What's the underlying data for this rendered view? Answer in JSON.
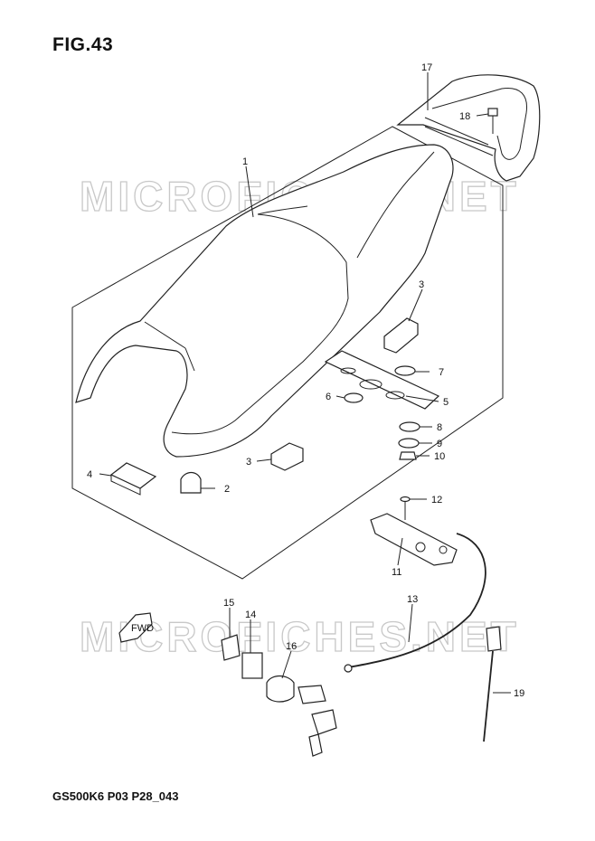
{
  "figure": {
    "title": "FIG.43",
    "footer_code": "GS500K6 P03 P28_043",
    "watermark": "MICROFICHES.NET",
    "direction_label": "FWD"
  },
  "callouts": [
    {
      "id": "1",
      "label": "1"
    },
    {
      "id": "2",
      "label": "2"
    },
    {
      "id": "3a",
      "label": "3"
    },
    {
      "id": "3b",
      "label": "3"
    },
    {
      "id": "4",
      "label": "4"
    },
    {
      "id": "5",
      "label": "5"
    },
    {
      "id": "6",
      "label": "6"
    },
    {
      "id": "7",
      "label": "7"
    },
    {
      "id": "8",
      "label": "8"
    },
    {
      "id": "9",
      "label": "9"
    },
    {
      "id": "10",
      "label": "10"
    },
    {
      "id": "11",
      "label": "11"
    },
    {
      "id": "12",
      "label": "12"
    },
    {
      "id": "13",
      "label": "13"
    },
    {
      "id": "14",
      "label": "14"
    },
    {
      "id": "15",
      "label": "15"
    },
    {
      "id": "16",
      "label": "16"
    },
    {
      "id": "17",
      "label": "17"
    },
    {
      "id": "18",
      "label": "18"
    },
    {
      "id": "19",
      "label": "19"
    }
  ]
}
